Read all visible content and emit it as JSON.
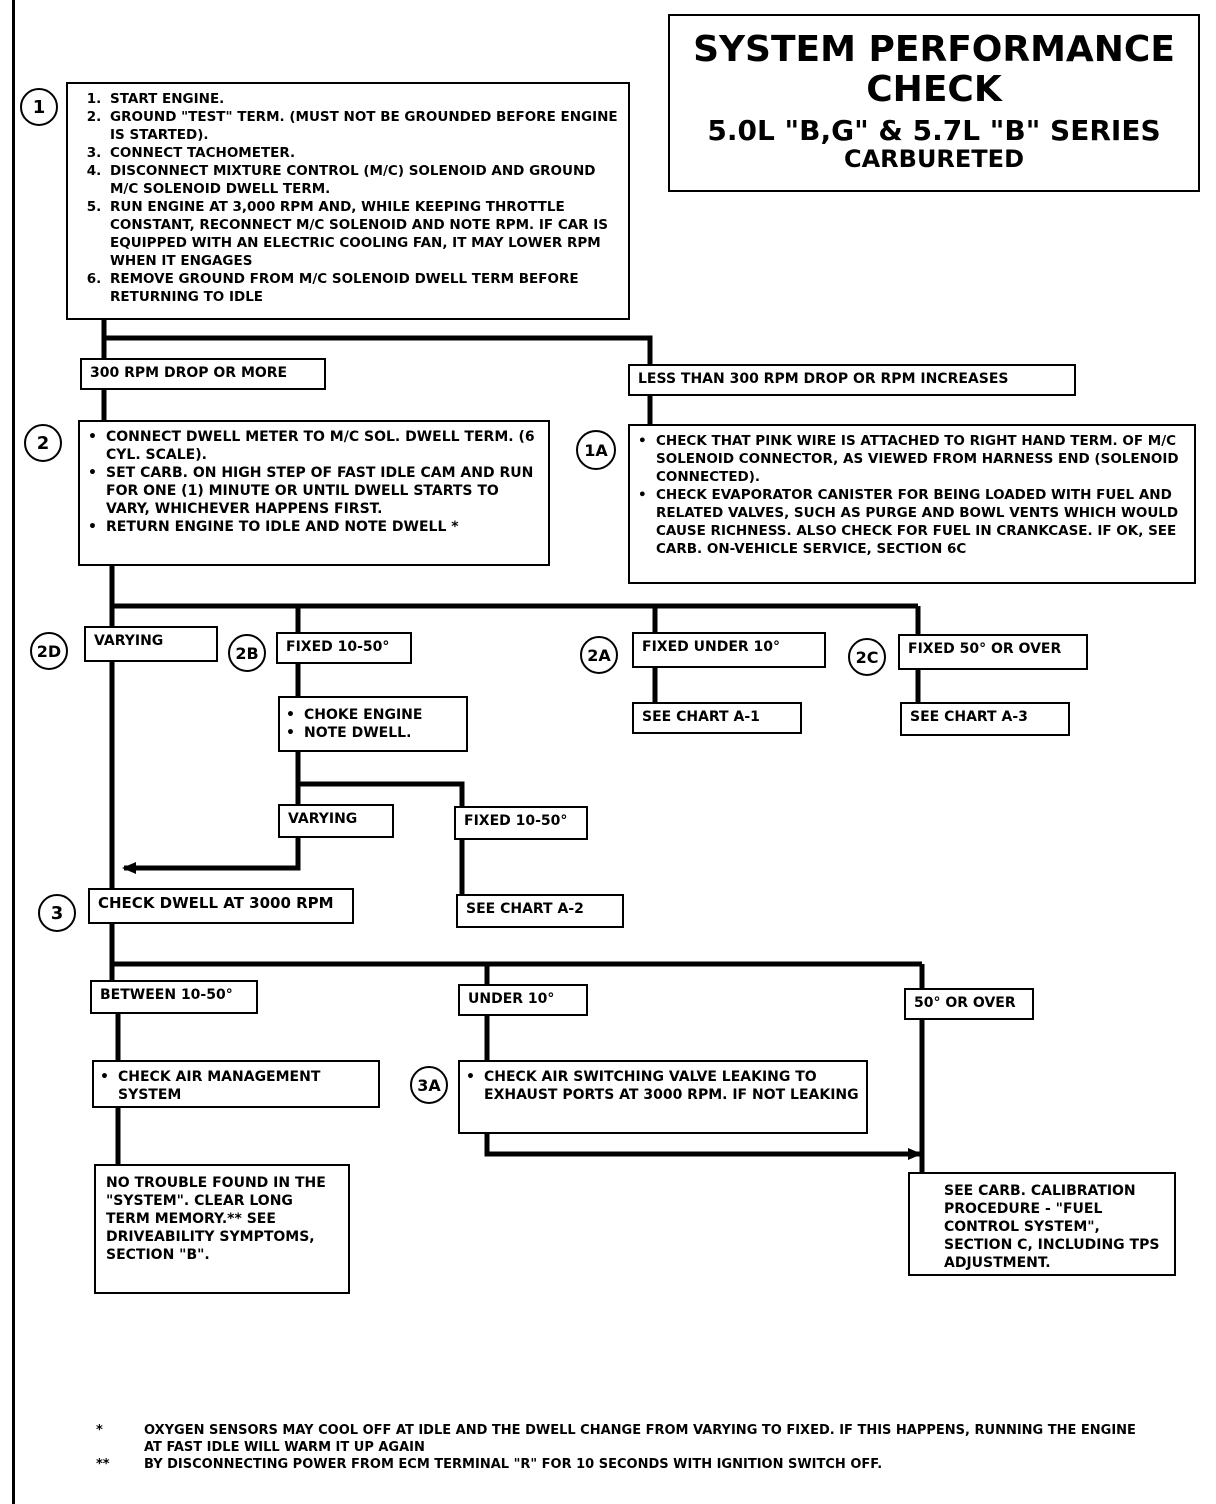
{
  "title": {
    "line1": "SYSTEM PERFORMANCE",
    "line2": "CHECK",
    "line3": "5.0L \"B,G\" & 5.7L \"B\" SERIES",
    "line4": "CARBURETED"
  },
  "steps": {
    "s1": "1",
    "s1a": "1A",
    "s2": "2",
    "s2a": "2A",
    "s2b": "2B",
    "s2c": "2C",
    "s2d": "2D",
    "s3": "3",
    "s3a": "3A"
  },
  "step1_items": [
    "START ENGINE.",
    "GROUND \"TEST\" TERM. (MUST NOT BE GROUNDED BEFORE ENGINE IS STARTED).",
    "CONNECT TACHOMETER.",
    "DISCONNECT MIXTURE CONTROL (M/C) SOLENOID AND GROUND M/C SOLENOID DWELL TERM.",
    "RUN ENGINE AT 3,000 RPM AND, WHILE KEEPING THROTTLE CONSTANT, RECONNECT M/C SOLENOID AND NOTE RPM. IF CAR IS EQUIPPED WITH AN ELECTRIC COOLING FAN, IT MAY LOWER RPM WHEN IT ENGAGES",
    "REMOVE GROUND FROM M/C SOLENOID DWELL TERM BEFORE RETURNING TO IDLE"
  ],
  "branch1": {
    "drop": "300 RPM DROP OR MORE",
    "less": "LESS THAN 300 RPM DROP OR RPM INCREASES"
  },
  "step2_items": [
    "CONNECT DWELL METER TO M/C SOL. DWELL TERM. (6 CYL. SCALE).",
    "SET CARB. ON HIGH STEP OF FAST IDLE CAM AND RUN FOR ONE (1) MINUTE OR UNTIL DWELL STARTS TO VARY, WHICHEVER HAPPENS FIRST.",
    "RETURN ENGINE TO IDLE AND NOTE DWELL *"
  ],
  "step1a_items": [
    "CHECK THAT PINK WIRE IS ATTACHED TO RIGHT HAND TERM. OF M/C SOLENOID CONNECTOR, AS VIEWED FROM HARNESS END (SOLENOID CONNECTED).",
    "CHECK EVAPORATOR CANISTER FOR BEING LOADED WITH FUEL AND RELATED VALVES, SUCH AS PURGE AND BOWL VENTS WHICH WOULD CAUSE RICHNESS. ALSO CHECK FOR FUEL IN CRANKCASE. IF OK, SEE CARB. ON-VEHICLE SERVICE, SECTION 6C"
  ],
  "branch2": {
    "varying": "VARYING",
    "fixed_10_50": "FIXED 10-50°",
    "fixed_under_10": "FIXED UNDER 10°",
    "fixed_50_over": "FIXED 50° OR OVER",
    "see_a1": "SEE CHART A-1",
    "see_a3": "SEE CHART A-3"
  },
  "choke_items": [
    "CHOKE ENGINE",
    "NOTE DWELL."
  ],
  "branch2b": {
    "varying": "VARYING",
    "fixed_10_50": "FIXED 10-50°",
    "see_a2": "SEE CHART A-2"
  },
  "step3": {
    "check": "CHECK DWELL AT 3000 RPM",
    "between": "BETWEEN 10-50°",
    "under": "UNDER 10°",
    "over": "50° OR OVER"
  },
  "air_mgmt": [
    "CHECK AIR MANAGEMENT SYSTEM"
  ],
  "air_switch": [
    "CHECK AIR SWITCHING VALVE LEAKING TO EXHAUST PORTS AT 3000 RPM. IF NOT LEAKING"
  ],
  "no_trouble": "NO TROUBLE FOUND IN THE \"SYSTEM\". CLEAR LONG TERM MEMORY.** SEE DRIVEABILITY SYMPTOMS, SECTION \"B\".",
  "carb_cal": "SEE CARB. CALIBRATION PROCEDURE - \"FUEL CONTROL SYSTEM\", SECTION C, INCLUDING TPS ADJUSTMENT.",
  "footnotes": [
    {
      "mark": "*",
      "text": "OXYGEN SENSORS MAY COOL OFF AT IDLE AND THE DWELL CHANGE FROM VARYING TO FIXED. IF THIS HAPPENS, RUNNING THE ENGINE AT FAST IDLE WILL WARM IT UP AGAIN"
    },
    {
      "mark": "**",
      "text": "BY DISCONNECTING POWER FROM ECM TERMINAL \"R\" FOR 10 SECONDS WITH IGNITION SWITCH OFF."
    }
  ]
}
